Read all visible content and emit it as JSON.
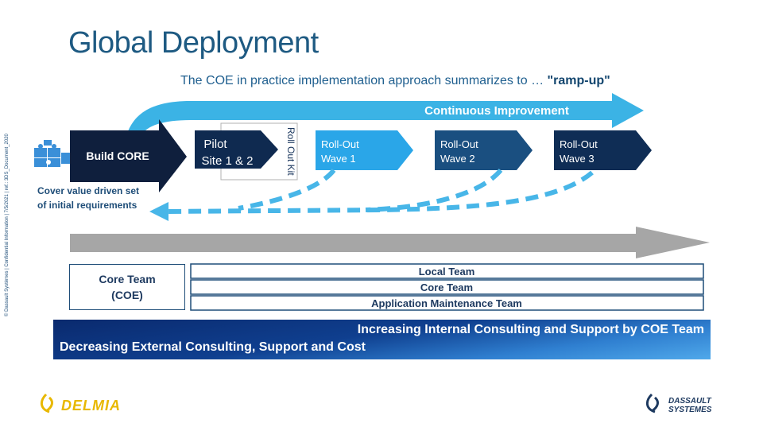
{
  "title": "Global Deployment",
  "subtitle": {
    "text": "The COE in practice implementation approach summarizes to … ",
    "emphasis": "\"ramp-up\""
  },
  "side_note": "© Dassault Systèmes | Confidential Information | 7/5/2021 | ref.: 3DS_Document_2020",
  "continuous_improvement": "Continuous Improvement",
  "stages": {
    "build_core": "Build CORE",
    "pilot_line1": "Pilot",
    "pilot_line2": "Site 1 & 2",
    "rollout_kit": "Roll Out Kit",
    "wave1_line1": "Roll-Out",
    "wave1_line2": "Wave 1",
    "wave2_line1": "Roll-Out",
    "wave2_line2": "Wave 2",
    "wave3_line1": "Roll-Out",
    "wave3_line2": "Wave 3"
  },
  "cover_note_line1": "Cover value driven set",
  "cover_note_line2": "of initial requirements",
  "teams": {
    "core_team_coe_line1": "Core Team",
    "core_team_coe_line2": "(COE)",
    "local_team": "Local Team",
    "core_team": "Core Team",
    "app_maintenance": "Application Maintenance Team"
  },
  "band": {
    "increasing": "Increasing Internal Consulting and Support by COE Team",
    "decreasing": "Decreasing External Consulting, Support and Cost"
  },
  "logos": {
    "delmia": "DELMIA",
    "dassault_line1": "DASSAULT",
    "dassault_line2": "SYSTEMES"
  },
  "colors": {
    "title": "#1e5a82",
    "build_core": "#0f1f3d",
    "pilot": "#0f2a50",
    "wave1": "#2aa6e8",
    "wave2": "#1a4f80",
    "wave3": "#0f2d55",
    "improvement_arrow": "#3bb3e5",
    "dashed_arrows": "#48b6e8",
    "timeline_arrow": "#a6a6a6",
    "delmia_logo": "#e8b800",
    "ds_logo": "#1e3a60"
  }
}
